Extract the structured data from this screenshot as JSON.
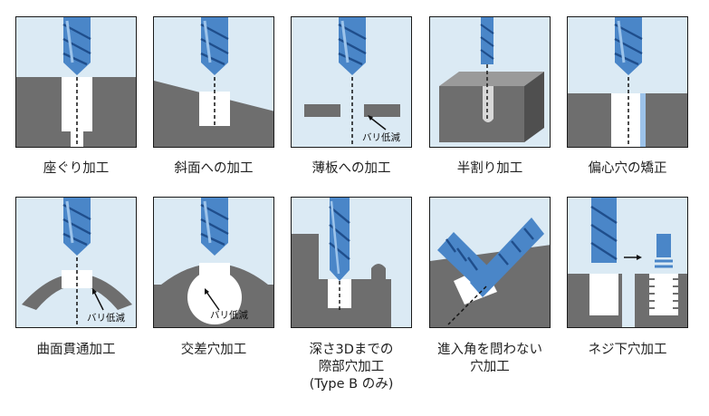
{
  "captions": [
    "座ぐり加工",
    "斜面への加工",
    "薄板への加工",
    "半割り加工",
    "偏心穴の矯正",
    "曲面貫通加工",
    "交差穴加工",
    "深さ3Dまでの\n際部穴加工\n(Type B のみ)",
    "進入角を問わない\n穴加工",
    "ネジ下穴加工"
  ],
  "notes": {
    "burr_reduction": "バリ低減"
  },
  "colors": {
    "panel_bg": "#dbeaf4",
    "workpiece": "#6e6e6e",
    "tool": "#4a86c8",
    "tool_light": "#9cc3ea",
    "tool_dark": "#1f4e8c",
    "hole": "#ffffff"
  }
}
